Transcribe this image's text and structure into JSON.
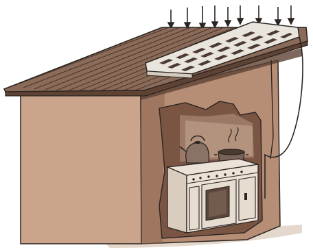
{
  "illustration": {
    "subject": "solar-powered-kitchen-shed",
    "elements": [
      "solar-panel",
      "sunlight-arrows",
      "corrugated-roof",
      "shed-wall",
      "wall-opening",
      "stove",
      "kettle",
      "cooking-pot",
      "power-cable"
    ],
    "colors": {
      "background": "#ffffff",
      "roof": "#8a6a58",
      "roof_dark": "#5e4234",
      "wall": "#caa58c",
      "wall_shadow": "#8d6450",
      "interior": "#6b4a3a",
      "stove": "#ece3d8",
      "panel": "#e9e4dc",
      "panel_cell": "#4a3a30",
      "ink": "#2b2420"
    }
  }
}
